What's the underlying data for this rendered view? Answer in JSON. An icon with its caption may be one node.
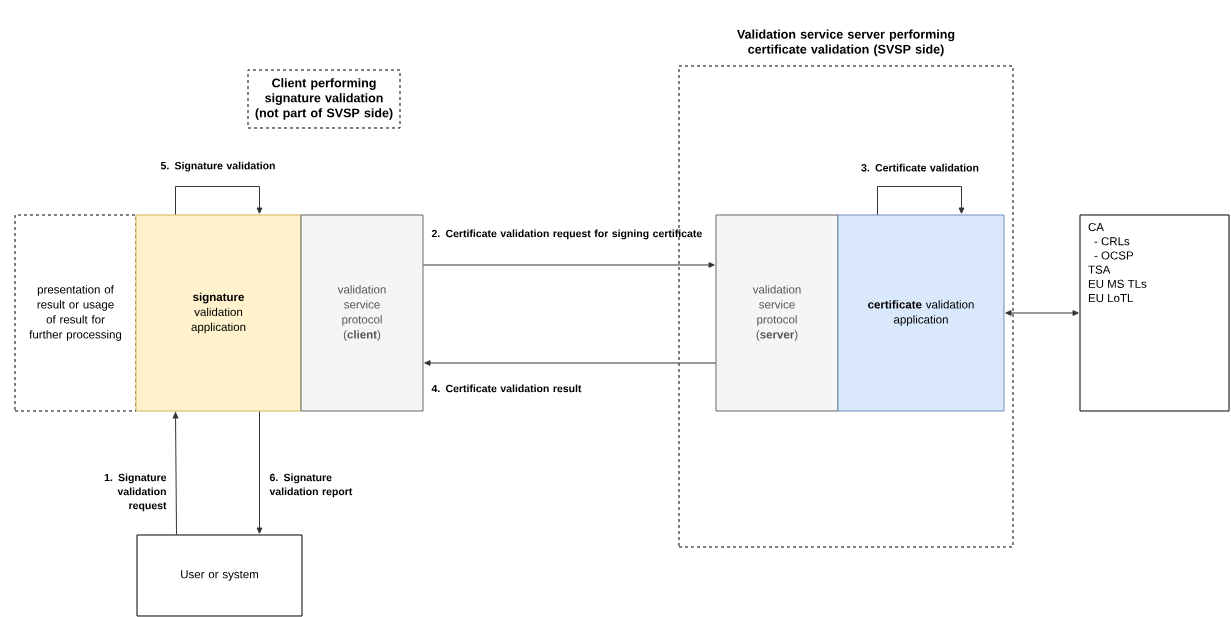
{
  "diagram": {
    "nodes": [
      {
        "text": [
          "Client performing signature validation (not part of SVSP side)"
        ]
      },
      {
        "text": [
          "Validation service server performing certificate validation (SVSP side)"
        ]
      },
      {
        "text": [
          "presentation of result or usage of result for further processing"
        ]
      },
      {
        "text": [
          "**signature** validation application"
        ]
      },
      {
        "text": [
          "validation service protocol (**client**)"
        ]
      },
      {
        "text": [
          "validation service protocol (**server**)"
        ],
        "in": 1
      },
      {
        "text": [
          "**certificate** validation application"
        ],
        "in": 1
      },
      {
        "text": [
          "CA",
          "- CRLs",
          "- OCSP",
          "TSA",
          "EU MS TLs",
          "EU LoTL"
        ]
      },
      {
        "text": [
          "User or system"
        ]
      }
    ],
    "edges": [
      {
        "from": 8,
        "to": 3,
        "arrow": "to",
        "label": "1. Signature validation request"
      },
      {
        "from": 4,
        "to": 5,
        "arrow": "to",
        "label": "2. Certificate validation request for signing certificate"
      },
      {
        "from": 6,
        "to": 6,
        "arrow": "to",
        "label": "3. Certificate validation"
      },
      {
        "from": 5,
        "to": 4,
        "arrow": "to",
        "label": "4. Certificate validation result"
      },
      {
        "from": 3,
        "to": 3,
        "arrow": "to",
        "label": "5. Signature validation"
      },
      {
        "from": 3,
        "to": 8,
        "arrow": "to",
        "label": "6. Signature validation report"
      },
      {
        "from": 6,
        "to": 7,
        "arrow": "both"
      }
    ]
  }
}
